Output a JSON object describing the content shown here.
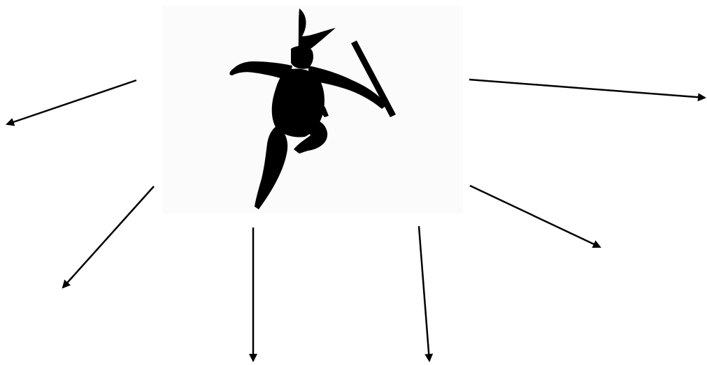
{
  "diagram": {
    "type": "spider-diagram",
    "center_image": "ninja-silhouette",
    "arrow_count": 6,
    "colors": {
      "background": "#ffffff",
      "ink": "#000000"
    }
  }
}
